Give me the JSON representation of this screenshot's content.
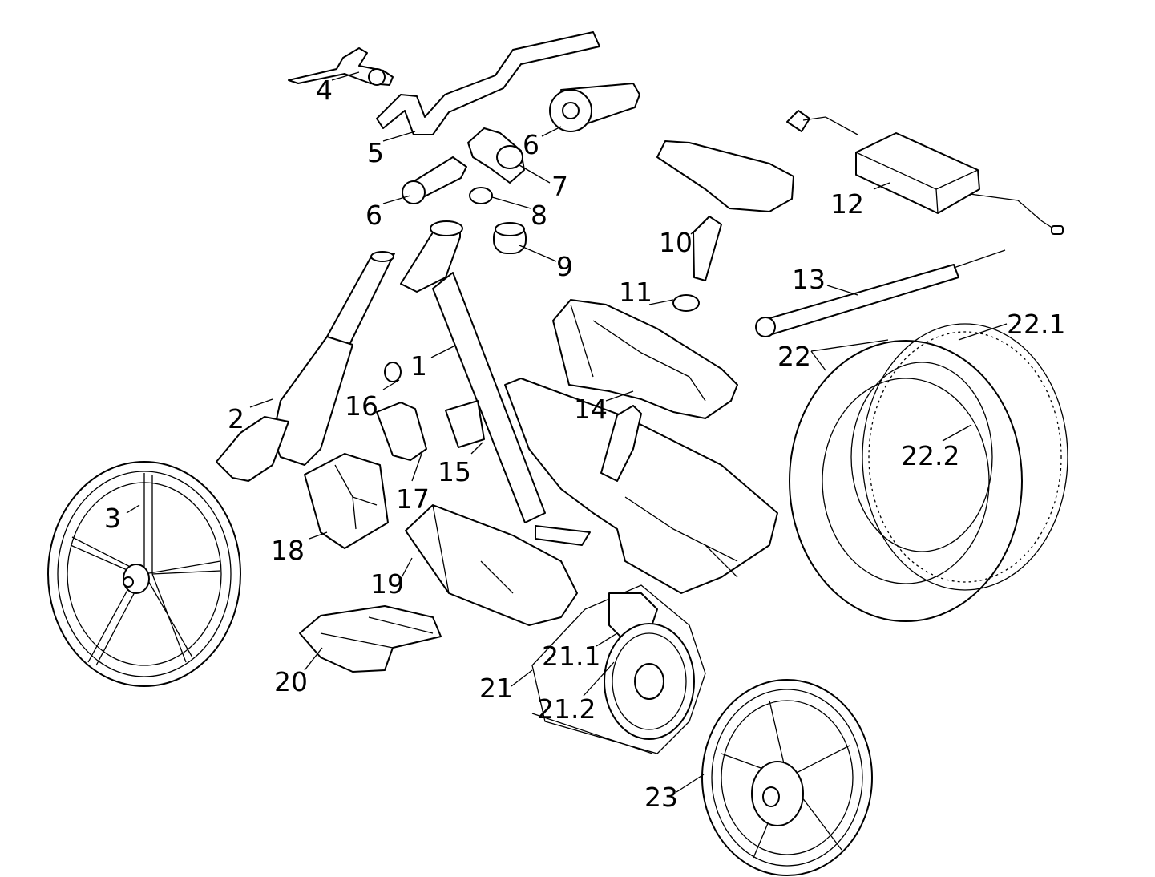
{
  "labels": {
    "p1": "1",
    "p2": "2",
    "p3": "3",
    "p4": "4",
    "p5": "5",
    "p6a": "6",
    "p6b": "6",
    "p7": "7",
    "p8": "8",
    "p9": "9",
    "p10": "10",
    "p11": "11",
    "p12": "12",
    "p13": "13",
    "p14": "14",
    "p15": "15",
    "p16": "16",
    "p17": "17",
    "p18": "18",
    "p19": "19",
    "p20": "20",
    "p21": "21",
    "p21_1": "21.1",
    "p21_2": "21.2",
    "p22": "22",
    "p22_1": "22.1",
    "p22_2": "22.2",
    "p23": "23"
  },
  "colors": {
    "line": "#000000",
    "background": "#ffffff"
  }
}
